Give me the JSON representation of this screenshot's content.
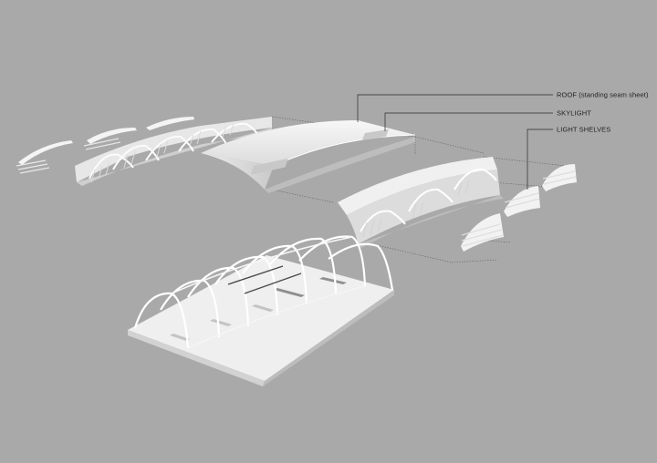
{
  "diagram": {
    "background_color": "#a9a9a9",
    "surface_color": "#f2f2f2",
    "shade_color": "#d4d4d4",
    "line_color": "#2a2a2a",
    "callouts": [
      {
        "id": "roof",
        "label": "ROOF (standing seam sheet)"
      },
      {
        "id": "skylight",
        "label": "SKYLIGHT"
      },
      {
        "id": "light-shelves",
        "label": "LIGHT SHELVES"
      }
    ]
  }
}
